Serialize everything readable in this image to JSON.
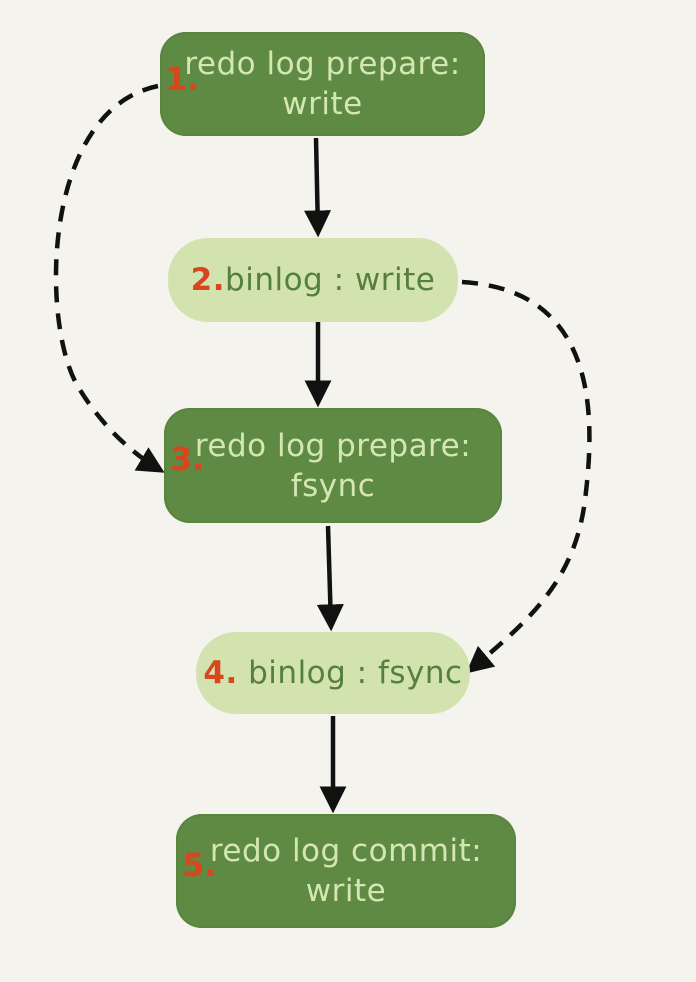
{
  "nodes": [
    {
      "num": "1.",
      "line1": "redo log prepare:",
      "line2": "write"
    },
    {
      "num": "2.",
      "label": "binlog : write"
    },
    {
      "num": "3.",
      "line1": "redo log prepare:",
      "line2": "fsync"
    },
    {
      "num": "4.",
      "label": "binlog : fsync"
    },
    {
      "num": "5.",
      "line1": "redo log commit:",
      "line2": "write"
    }
  ],
  "colors": {
    "dark_node": "#5e8a43",
    "light_node": "#d2e3b0",
    "number": "#d8461e",
    "arrow": "#111111",
    "background": "#f4f3ee"
  }
}
